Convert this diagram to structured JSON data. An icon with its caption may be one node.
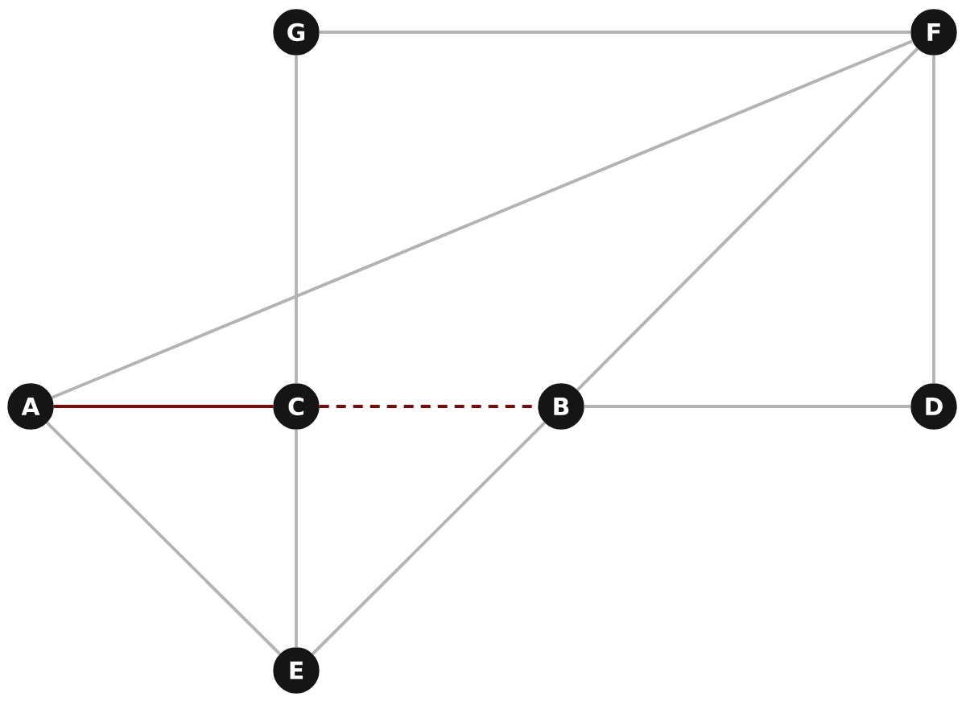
{
  "diagram": {
    "nodes": [
      {
        "text": [
          "G"
        ]
      },
      {
        "text": [
          "F"
        ]
      },
      {
        "text": [
          "A"
        ]
      },
      {
        "text": [
          "C"
        ]
      },
      {
        "text": [
          "B"
        ]
      },
      {
        "text": [
          "D"
        ]
      },
      {
        "text": [
          "E"
        ]
      }
    ],
    "edges": [
      {
        "from": 0,
        "to": 1,
        "arrow": "none"
      },
      {
        "from": 0,
        "to": 3,
        "arrow": "none"
      },
      {
        "from": 2,
        "to": 1,
        "arrow": "none"
      },
      {
        "from": 4,
        "to": 1,
        "arrow": "none"
      },
      {
        "from": 5,
        "to": 1,
        "arrow": "none"
      },
      {
        "from": 2,
        "to": 3,
        "arrow": "none",
        "color": "#7d0a0a"
      },
      {
        "from": 3,
        "to": 4,
        "arrow": "none",
        "style": "dashed",
        "color": "#7d0a0a"
      },
      {
        "from": 4,
        "to": 5,
        "arrow": "none"
      },
      {
        "from": 2,
        "to": 6,
        "arrow": "none"
      },
      {
        "from": 3,
        "to": 6,
        "arrow": "none"
      },
      {
        "from": 4,
        "to": 6,
        "arrow": "none"
      }
    ]
  }
}
